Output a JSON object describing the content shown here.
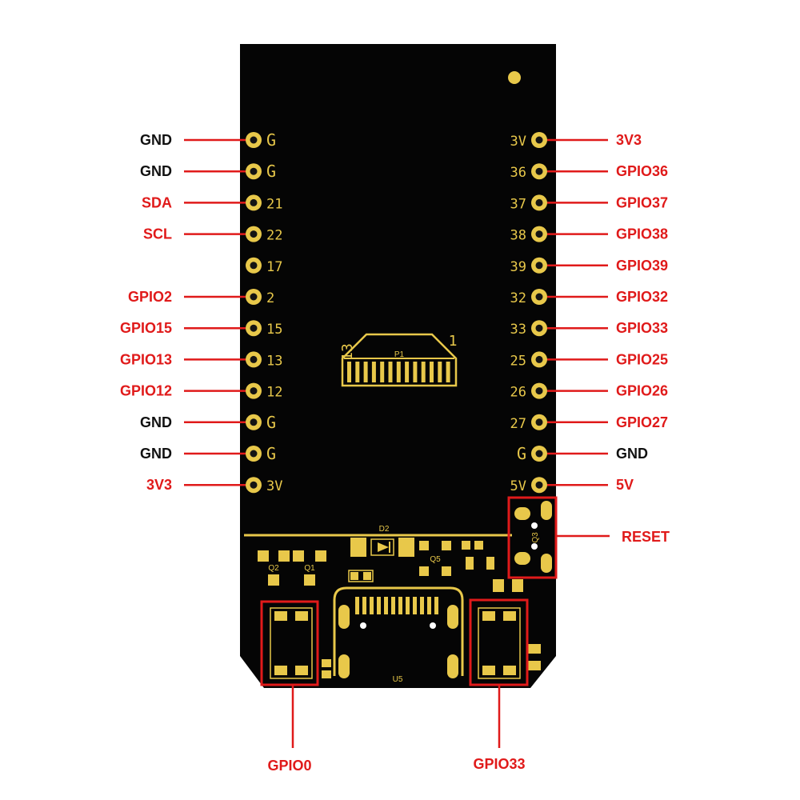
{
  "colors": {
    "board": "#050505",
    "gold": "#e8c84a",
    "pad_hole": "#141414",
    "annotation_red": "#e01a1a",
    "text_dark": "#111111"
  },
  "board": {
    "parts": {
      "d2": "D2",
      "q2": "Q2",
      "q1": "Q1",
      "q5": "Q5",
      "q3": "Q3",
      "u5": "U5",
      "ffc_left_num": "13",
      "ffc_right_num": "1",
      "ffc_ref": "P1"
    }
  },
  "left_pins": [
    {
      "silk": "G",
      "label": "GND",
      "label_color": "dark"
    },
    {
      "silk": "G",
      "label": "GND",
      "label_color": "dark"
    },
    {
      "silk": "21",
      "label": "SDA",
      "label_color": "red"
    },
    {
      "silk": "22",
      "label": "SCL",
      "label_color": "red"
    },
    {
      "silk": "17",
      "label": "",
      "label_color": "red"
    },
    {
      "silk": "2",
      "label": "GPIO2",
      "label_color": "red"
    },
    {
      "silk": "15",
      "label": "GPIO15",
      "label_color": "red"
    },
    {
      "silk": "13",
      "label": "GPIO13",
      "label_color": "red"
    },
    {
      "silk": "12",
      "label": "GPIO12",
      "label_color": "red"
    },
    {
      "silk": "G",
      "label": "GND",
      "label_color": "dark"
    },
    {
      "silk": "G",
      "label": "GND",
      "label_color": "dark"
    },
    {
      "silk": "3V",
      "label": "3V3",
      "label_color": "red"
    }
  ],
  "right_pins": [
    {
      "silk": "3V",
      "label": "3V3",
      "label_color": "red"
    },
    {
      "silk": "36",
      "label": "GPIO36",
      "label_color": "red"
    },
    {
      "silk": "37",
      "label": "GPIO37",
      "label_color": "red"
    },
    {
      "silk": "38",
      "label": "GPIO38",
      "label_color": "red"
    },
    {
      "silk": "39",
      "label": "GPIO39",
      "label_color": "red"
    },
    {
      "silk": "32",
      "label": "GPIO32",
      "label_color": "red"
    },
    {
      "silk": "33",
      "label": "GPIO33",
      "label_color": "red"
    },
    {
      "silk": "25",
      "label": "GPIO25",
      "label_color": "red"
    },
    {
      "silk": "26",
      "label": "GPIO26",
      "label_color": "red"
    },
    {
      "silk": "27",
      "label": "GPIO27",
      "label_color": "red"
    },
    {
      "silk": "G",
      "label": "GND",
      "label_color": "dark"
    },
    {
      "silk": "5V",
      "label": "5V",
      "label_color": "red"
    }
  ],
  "callouts": {
    "reset": "RESET",
    "button_left": "GPIO0",
    "button_right": "GPIO33"
  }
}
